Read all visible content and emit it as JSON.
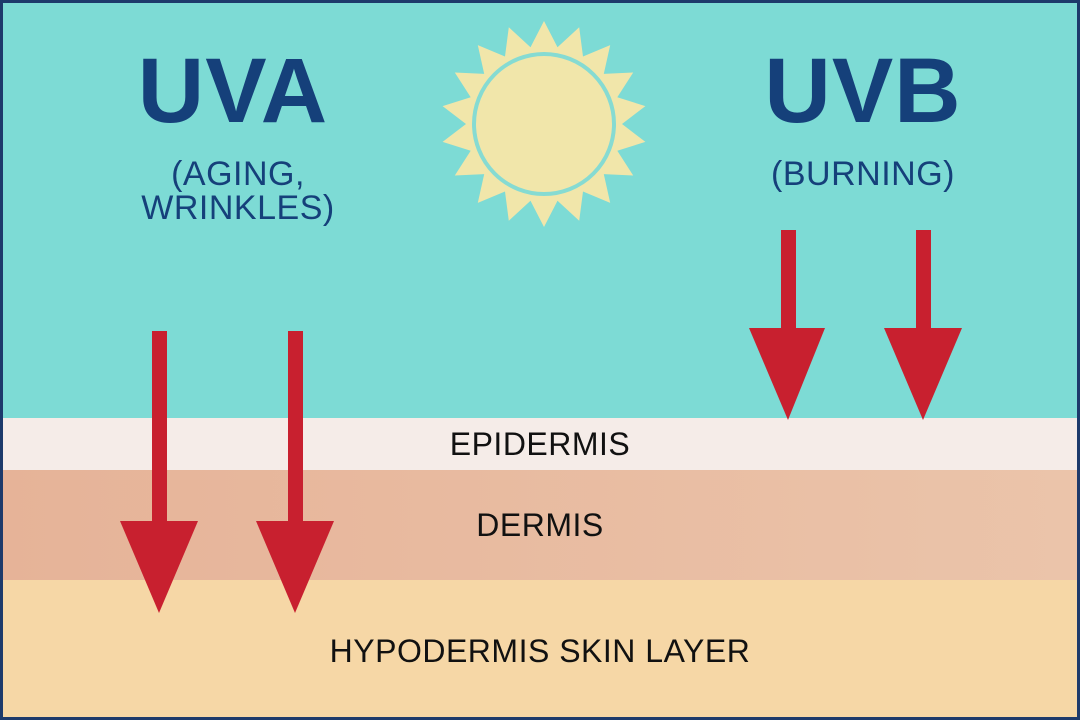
{
  "uva": {
    "title": "UVA",
    "subtitle": "(AGING, WRINKLES)"
  },
  "uvb": {
    "title": "UVB",
    "subtitle": "(BURNING)"
  },
  "layers": {
    "epidermis": "EPIDERMIS",
    "dermis": "DERMIS",
    "hypodermis": "HYPODERMIS SKIN LAYER"
  },
  "colors": {
    "sky": "#7ddbd5",
    "title": "#15407a",
    "arrow": "#c8202f",
    "sun": "#f1e6aa",
    "epidermis": "#f5ece8",
    "dermis": "#e6b398",
    "hypodermis": "#f6d7a6"
  },
  "icons": {
    "sun": "sun-icon",
    "arrow": "arrow-down-icon"
  }
}
